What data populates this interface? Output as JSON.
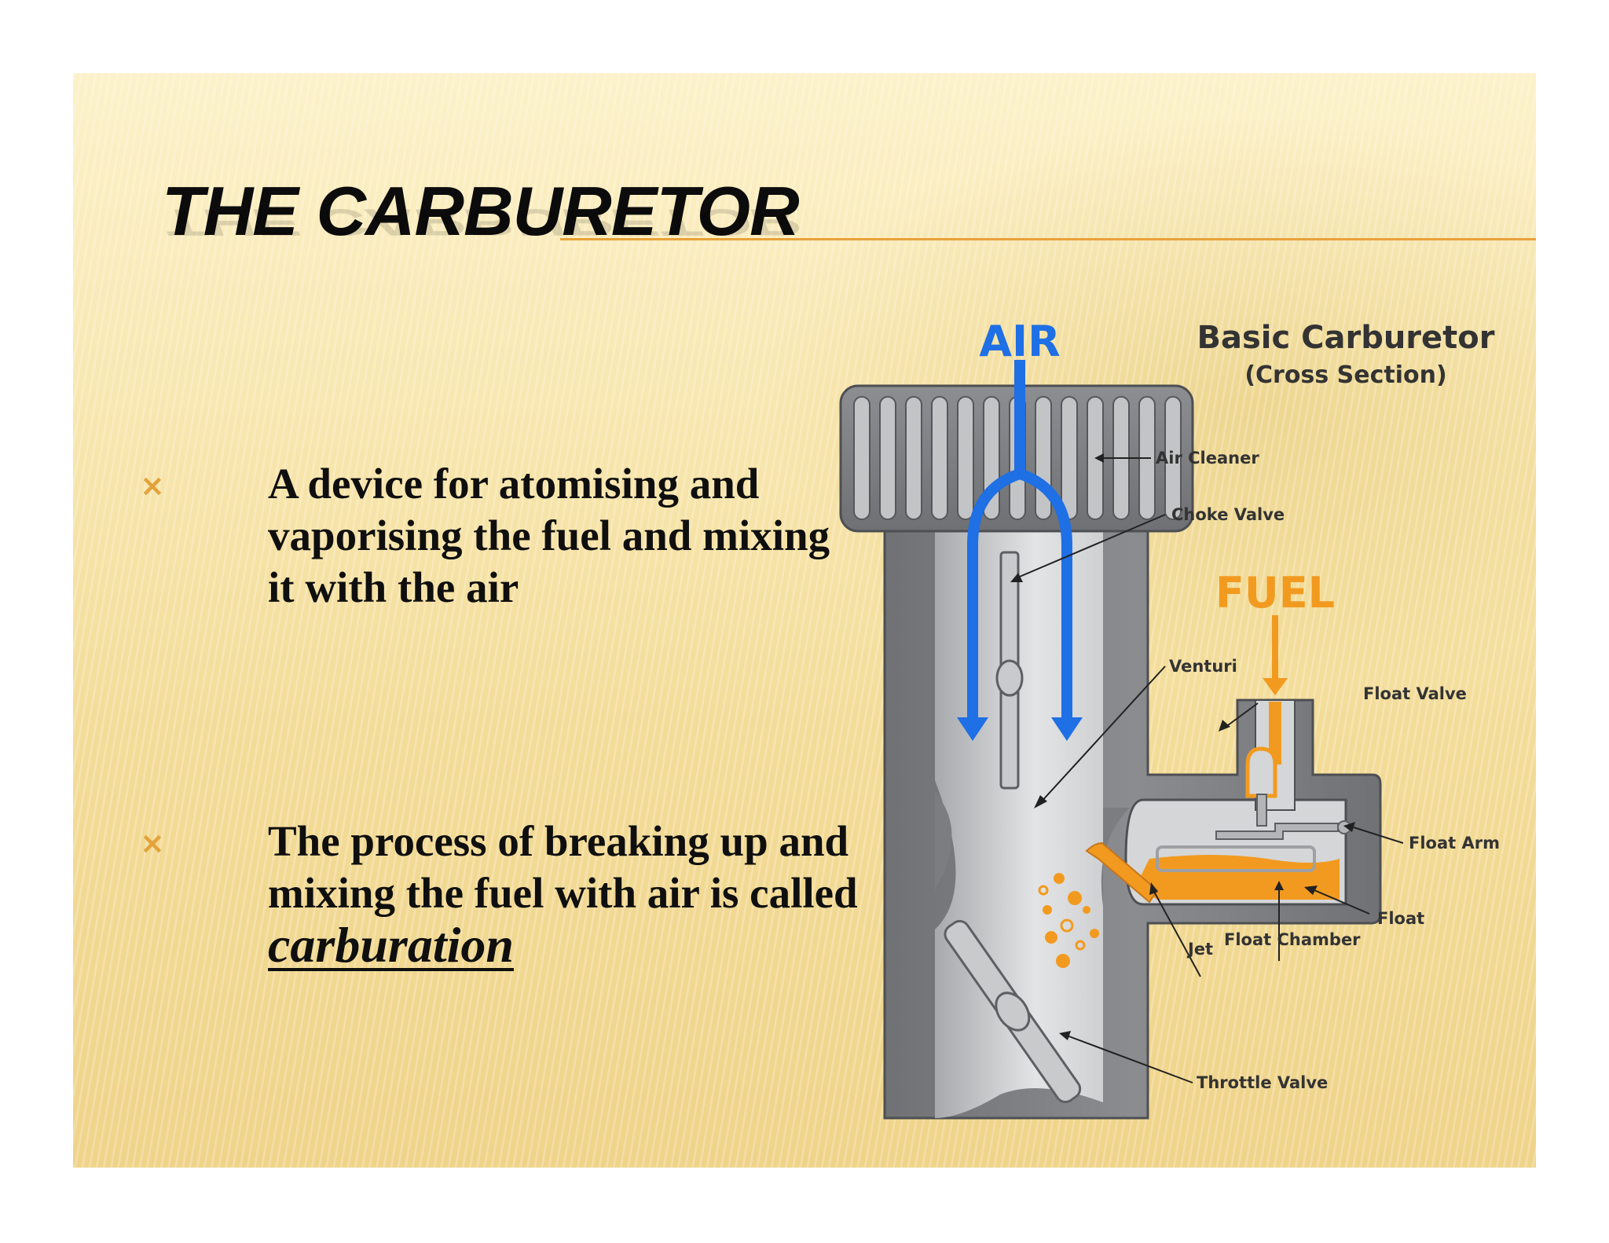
{
  "slide": {
    "title": "THE CARBURETOR",
    "bullets": [
      {
        "text": "A device for atomising and vaporising the fuel and mixing it with the air"
      },
      {
        "text_before": "The process of breaking up and mixing the fuel with air is called ",
        "emphasis": "carburation"
      }
    ],
    "bullet_marker": "×"
  },
  "diagram": {
    "title": "Basic Carburetor",
    "subtitle": "(Cross Section)",
    "air_label": "AIR",
    "fuel_label": "FUEL",
    "labels": {
      "air_cleaner": "Air Cleaner",
      "choke_valve": "Choke Valve",
      "venturi": "Venturi",
      "float_valve": "Float Valve",
      "float_arm": "Float Arm",
      "float": "Float",
      "float_chamber": "Float Chamber",
      "jet": "Jet",
      "throttle_valve": "Throttle Valve"
    },
    "colors": {
      "air": "#1f6fe5",
      "fuel": "#f29a1f",
      "body": "#7b7d80",
      "body_light": "#c9cacc",
      "accent": "#e8a23a"
    }
  }
}
